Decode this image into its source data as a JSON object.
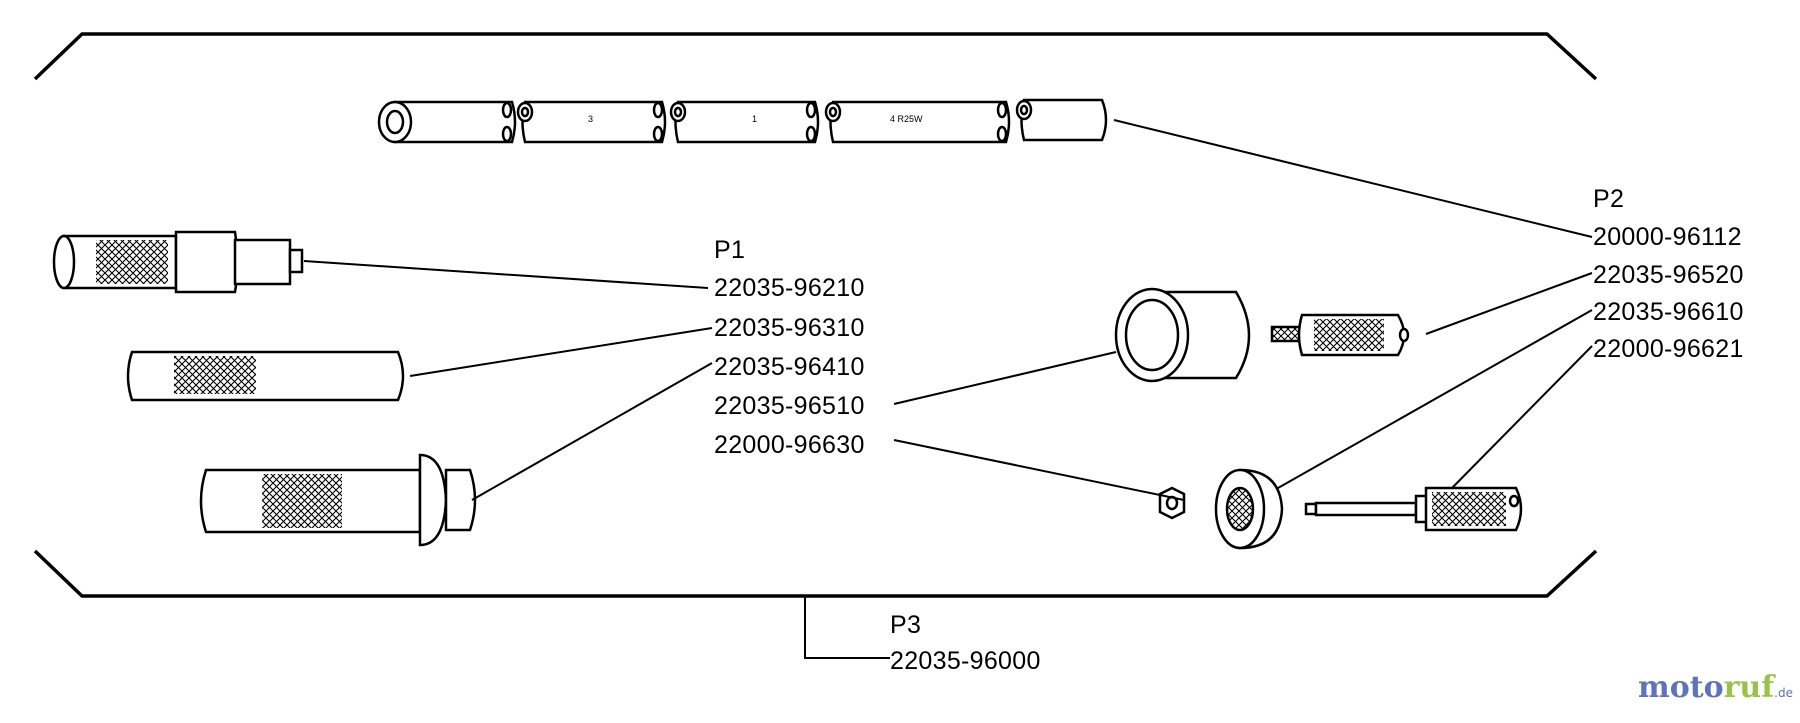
{
  "groups": {
    "p1": {
      "title": "P1",
      "parts": [
        "22035-96210",
        "22035-96310",
        "22035-96410",
        "22035-96510",
        "22000-96630"
      ]
    },
    "p2": {
      "title": "P2",
      "parts": [
        "20000-96112",
        "22035-96520",
        "22035-96610",
        "22000-96621"
      ]
    },
    "p3": {
      "title": "P3",
      "parts": [
        "22035-96000"
      ]
    }
  },
  "tube_markings": [
    "3",
    "1",
    "4 R25W"
  ],
  "watermark": {
    "part1": "moto",
    "part2": "ruf",
    "part3": ".de"
  },
  "colors": {
    "ink": "#000000",
    "watermark_blue": "#5f73b8",
    "watermark_green": "#9ac24a"
  }
}
